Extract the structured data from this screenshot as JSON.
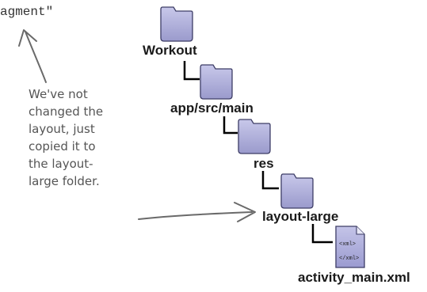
{
  "code_fragment": "agment\"",
  "tree": {
    "root": "Workout",
    "level1": "app/src/main",
    "level2": "res",
    "level3": "layout-large",
    "file": "activity_main.xml",
    "file_icon_text": [
      "<xml>",
      "</xml>"
    ]
  },
  "annotation": {
    "lines": [
      "We've not",
      "changed the",
      "layout, just",
      "copied it to",
      "the layout-",
      "large folder."
    ]
  },
  "colors": {
    "folder_fill": "#a8a8d6",
    "folder_stroke": "#3d3d66",
    "connector": "#000000",
    "arrow": "#6a6a6a"
  }
}
